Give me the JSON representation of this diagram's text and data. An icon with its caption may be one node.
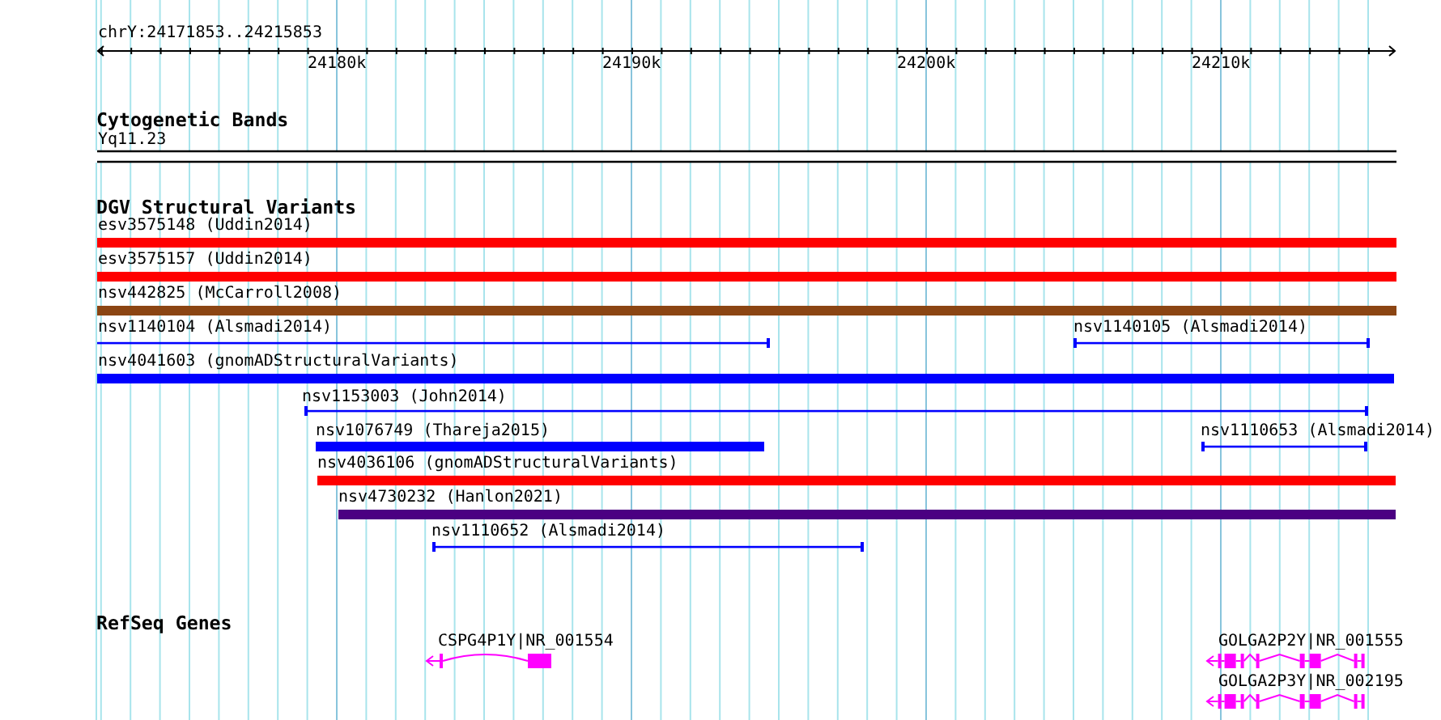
{
  "diagram": {
    "nodes": [
      {
        "text": [
          "Yq11.23"
        ]
      },
      {
        "text": [
          "esv3575148 (Uddin2014)"
        ]
      },
      {
        "text": [
          "esv3575157 (Uddin2014)"
        ]
      },
      {
        "text": [
          "nsv442825 (McCarroll2008)"
        ]
      },
      {
        "text": [
          "nsv1140104 (Alsmadi2014)"
        ]
      },
      {
        "text": [
          "nsv1140105 (Alsmadi2014)"
        ]
      },
      {
        "text": [
          "nsv4041603 (gnomADStructuralVariants)"
        ]
      },
      {
        "text": [
          "nsv1153003 (John2014)"
        ]
      },
      {
        "text": [
          "nsv1076749 (Thareja2015)"
        ]
      },
      {
        "text": [
          "nsv1110653 (Alsmadi2014)"
        ]
      },
      {
        "text": [
          "nsv4036106 (gnomADStructuralVariants)"
        ]
      },
      {
        "text": [
          "nsv4730232 (Hanlon2021)"
        ]
      },
      {
        "text": [
          "nsv1110652 (Alsmadi2014)"
        ]
      },
      {
        "text": [
          "CSPG4P1Y|NR_001554"
        ]
      },
      {
        "text": [
          "GOLGA2P2Y|NR_001555"
        ]
      },
      {
        "text": [
          "GOLGA2P3Y|NR_002195"
        ]
      }
    ],
    "labels": [
      "chrY:24171853..24215853",
      "24180k",
      "24190k",
      "24200k",
      "24210k",
      "Cytogenetic Bands",
      "DGV Structural Variants",
      "RefSeq Genes"
    ]
  }
}
